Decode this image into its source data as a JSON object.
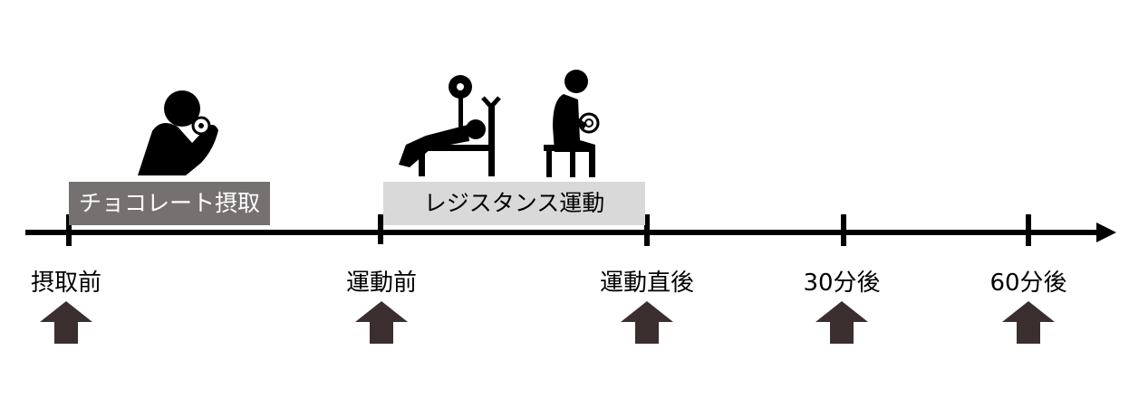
{
  "colors": {
    "axis": "#000000",
    "intake_box": "#767171",
    "exercise_box": "#d9d9d9",
    "arrow": "#3b2e2e",
    "figure": "#000000"
  },
  "phases": [
    {
      "label": "チョコレート摂取"
    },
    {
      "label": "レジスタンス運動"
    }
  ],
  "timepoints": [
    {
      "label": "摂取前"
    },
    {
      "label": "運動前"
    },
    {
      "label": "運動直後"
    },
    {
      "label": "30分後"
    },
    {
      "label": "60分後"
    }
  ],
  "icons": [
    "person-eating-icon",
    "bench-press-icon",
    "seated-dumbbell-curl-icon",
    "up-arrow-icon"
  ]
}
